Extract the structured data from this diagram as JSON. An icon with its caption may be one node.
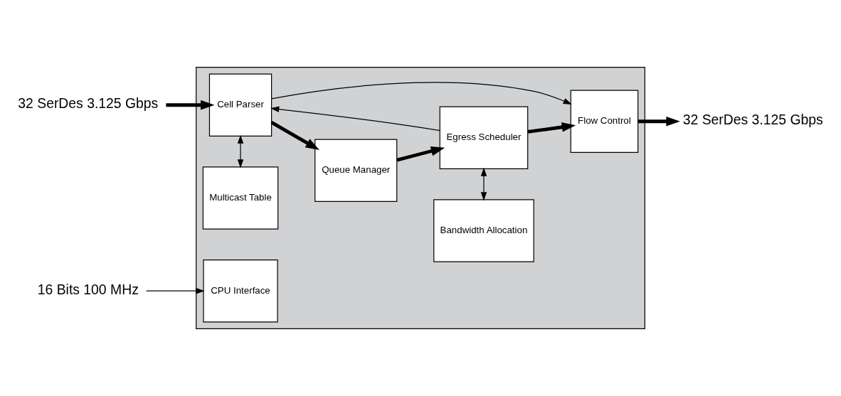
{
  "diagram": {
    "nodes": [
      {
        "text": [],
        "shape": "box"
      },
      {
        "text": [
          "Multicast Table"
        ],
        "in": 0
      },
      {
        "text": [
          "Bandwidth Allocation"
        ],
        "in": 0
      },
      {
        "text": [
          "Cell Parser"
        ],
        "in": 0
      },
      {
        "text": [
          "Queue Manager"
        ],
        "in": 0
      },
      {
        "text": [
          "Egress Scheduler"
        ],
        "in": 0
      },
      {
        "text": [
          "Flow Control"
        ],
        "in": 0
      },
      {
        "text": [
          "CPU Interface"
        ],
        "in": 0
      },
      {
        "text": [
          "32 SerDes 3.125 Gbps"
        ]
      },
      {
        "text": [
          "32 SerDes 3.125 Gbps"
        ]
      },
      {
        "text": [
          "16 Bits 100 MHz"
        ]
      }
    ],
    "edges": [
      {
        "from": 8,
        "to": 3,
        "arrow": "to",
        "style": "thick"
      },
      {
        "from": 3,
        "to": 4,
        "arrow": "to",
        "style": "thick"
      },
      {
        "from": 4,
        "to": 5,
        "arrow": "to",
        "style": "thick"
      },
      {
        "from": 5,
        "to": 6,
        "arrow": "to",
        "style": "thick"
      },
      {
        "from": 6,
        "to": 9,
        "arrow": "to",
        "style": "thick"
      },
      {
        "from": 1,
        "to": 3,
        "arrow": "both"
      },
      {
        "from": 2,
        "to": 5,
        "arrow": "both"
      },
      {
        "from": 5,
        "to": 3,
        "arrow": "to"
      },
      {
        "from": 3,
        "to": 6,
        "arrow": "to"
      },
      {
        "from": 10,
        "to": 7,
        "arrow": "to"
      }
    ]
  }
}
